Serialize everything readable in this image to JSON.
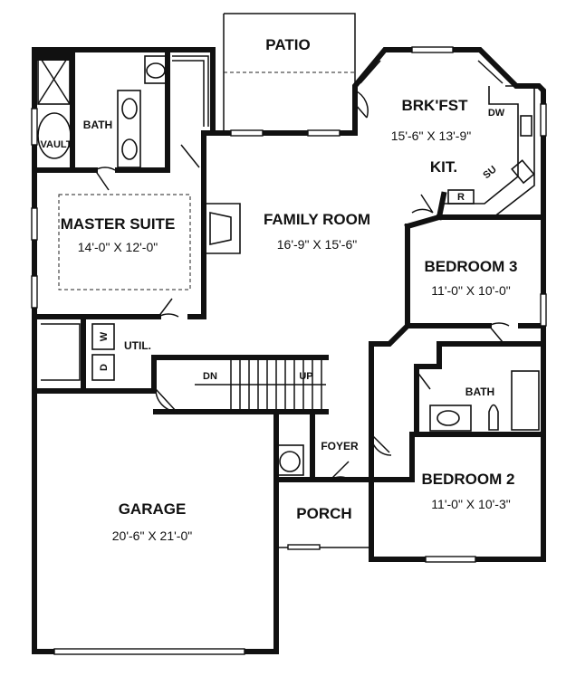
{
  "rooms": {
    "patio": {
      "name": "PATIO"
    },
    "breakfast": {
      "name": "BRK'FST",
      "dims": "15'-6\" X 13'-9\""
    },
    "kitchen": {
      "name": "KIT."
    },
    "family_room": {
      "name": "FAMILY ROOM",
      "dims": "16'-9\" X 15'-6\""
    },
    "master_suite": {
      "name": "MASTER SUITE",
      "dims": "14'-0\" X 12'-0\""
    },
    "master_bath": {
      "name": "BATH"
    },
    "vault": {
      "name": "VAULT"
    },
    "bedroom3": {
      "name": "BEDROOM 3",
      "dims": "11'-0\" X 10'-0\""
    },
    "bath2": {
      "name": "BATH"
    },
    "bedroom2": {
      "name": "BEDROOM 2",
      "dims": "11'-0\" X 10'-3\""
    },
    "utility": {
      "name": "UTIL."
    },
    "foyer": {
      "name": "FOYER"
    },
    "porch": {
      "name": "PORCH"
    },
    "garage": {
      "name": "GARAGE",
      "dims": "20'-6\" X 21'-0\""
    }
  },
  "fixtures": {
    "dishwasher": "DW",
    "sink_unit": "SU",
    "range": "R",
    "washer": "W",
    "dryer": "D"
  },
  "stairs": {
    "down": "DN",
    "up": "UP"
  }
}
